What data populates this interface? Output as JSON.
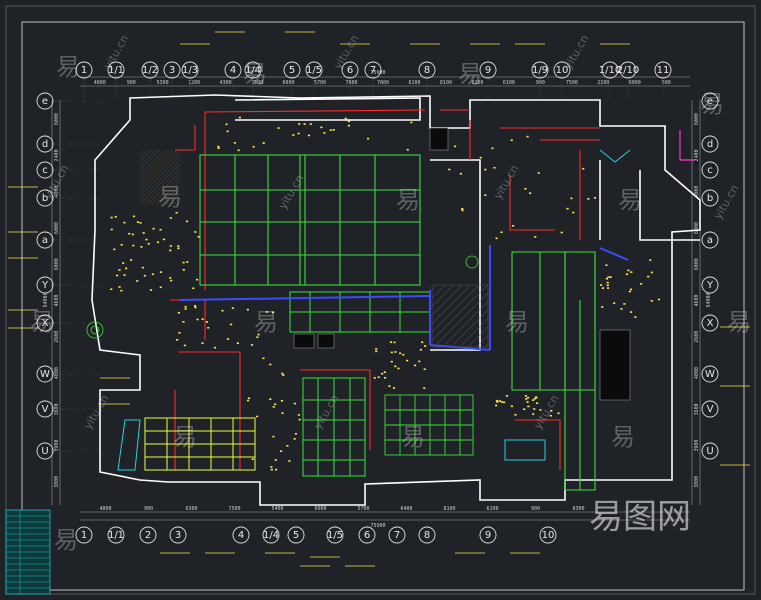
{
  "drawing": {
    "top_axes": [
      "1",
      "1/1",
      "1/2",
      "3",
      "1/3",
      "4",
      "1/4",
      "5",
      "1/5",
      "6",
      "7",
      "8",
      "9",
      "1/9",
      "10",
      "1/10",
      "2/10",
      "11"
    ],
    "bottom_axes": [
      "1",
      "1/1",
      "2",
      "3",
      "4",
      "1/4",
      "5",
      "1/5",
      "6",
      "7",
      "8",
      "9",
      "10"
    ],
    "left_axes": [
      "e",
      "d",
      "c",
      "b",
      "a",
      "Y",
      "X",
      "W",
      "V",
      "U"
    ],
    "right_axes": [
      "e",
      "d",
      "c",
      "b",
      "a",
      "Y",
      "X",
      "W",
      "V",
      "U"
    ],
    "top_dims": [
      "4800",
      "900",
      "5300",
      "1200",
      "4300",
      "7500",
      "6000",
      "5700",
      "7800",
      "7800",
      "6100",
      "8100",
      "8100",
      "6100",
      "900",
      "7500",
      "2100",
      "6000",
      "500"
    ],
    "top_total": "75900",
    "bottom_dims": [
      "4800",
      "900",
      "6300",
      "7500",
      "5400",
      "6000",
      "5700",
      "6400",
      "8100",
      "6100",
      "900",
      "6300"
    ],
    "bottom_total": "75900",
    "left_dims": [
      "6000",
      "2400",
      "4800",
      "6000",
      "6000",
      "4600",
      "2600",
      "4000",
      "3600",
      "3900",
      "3800"
    ],
    "left_total": "54900",
    "right_dims": [
      "6000",
      "2400",
      "4800",
      "6000",
      "6000",
      "4600",
      "2600",
      "4000",
      "3600",
      "3900",
      "3800"
    ],
    "right_total": "54900"
  },
  "watermark": {
    "chars": [
      "易",
      "易",
      "易",
      "易",
      "易",
      "易",
      "易",
      "易",
      "易",
      "易",
      "易",
      "易",
      "易",
      "易",
      "易"
    ],
    "urls": [
      "yitu.cn",
      "yitu.cn",
      "yitu.cn",
      "yitu.cn",
      "yitu.cn",
      "yitu.cn",
      "yitu.cn",
      "yitu.cn",
      "yitu.cn",
      "yitu.cn"
    ],
    "logo": "易图网"
  },
  "colors": {
    "background": "#1f2327",
    "wall": "#ffffff",
    "red_line": "#ff2a2a",
    "green_grid": "#3ddc3d",
    "yellow": "#ffe14a",
    "blue": "#3a4bff",
    "cyan": "#27d0e0",
    "magenta": "#ff3ac8"
  }
}
